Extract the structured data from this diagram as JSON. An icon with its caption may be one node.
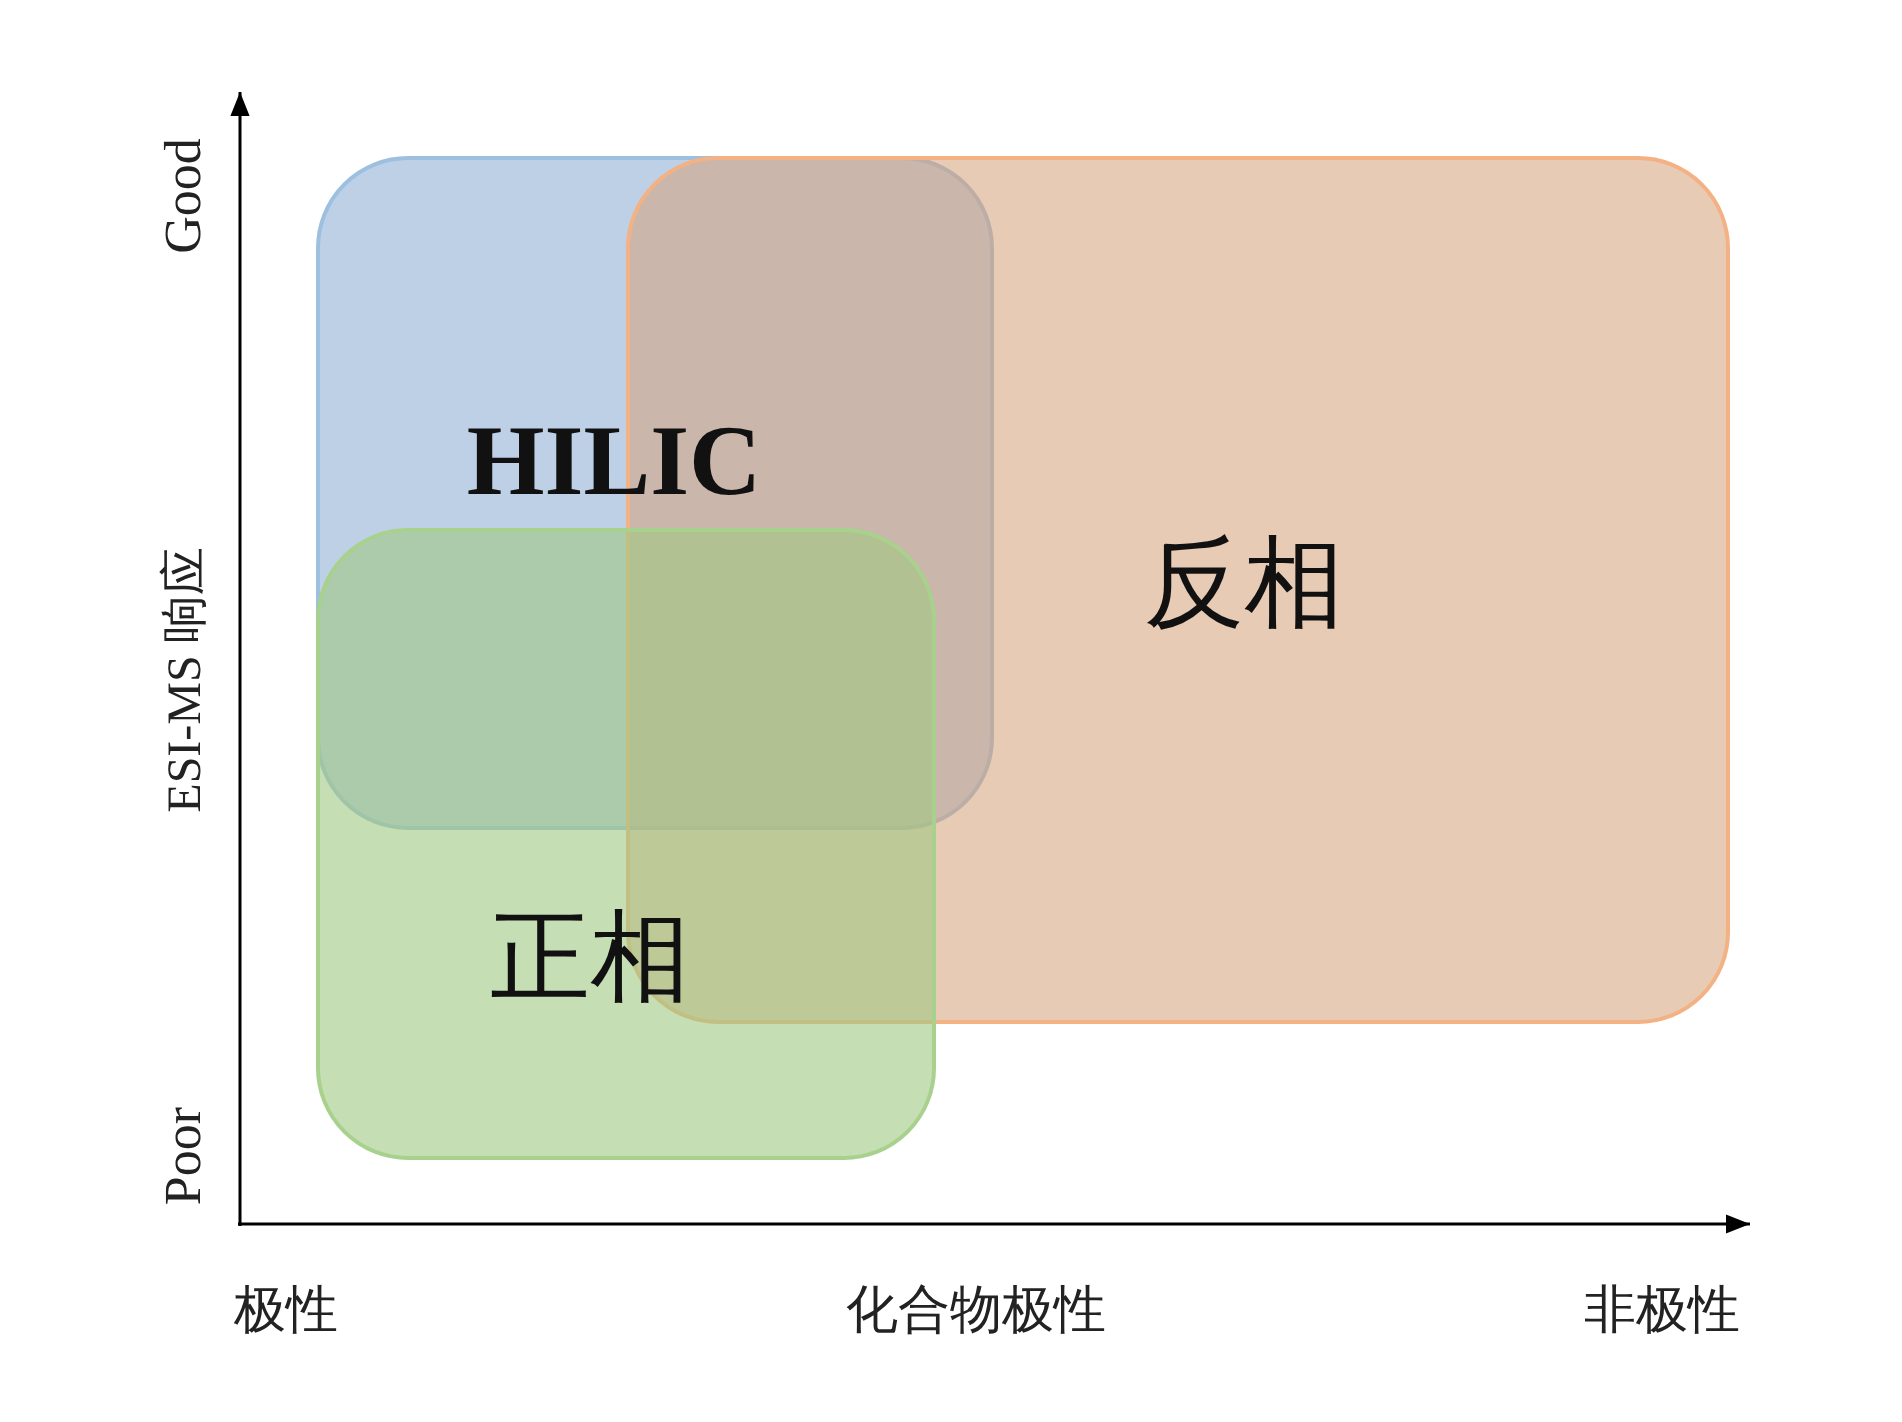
{
  "diagram": {
    "nodes": [
      {
        "text": [
          "HILIC"
        ]
      },
      {
        "text": [
          "反相"
        ]
      },
      {
        "text": [
          "正相"
        ]
      }
    ],
    "labels": [
      "Good",
      "ESI-MS 响应",
      "Poor",
      "极性",
      "化合物极性",
      "非极性"
    ]
  }
}
